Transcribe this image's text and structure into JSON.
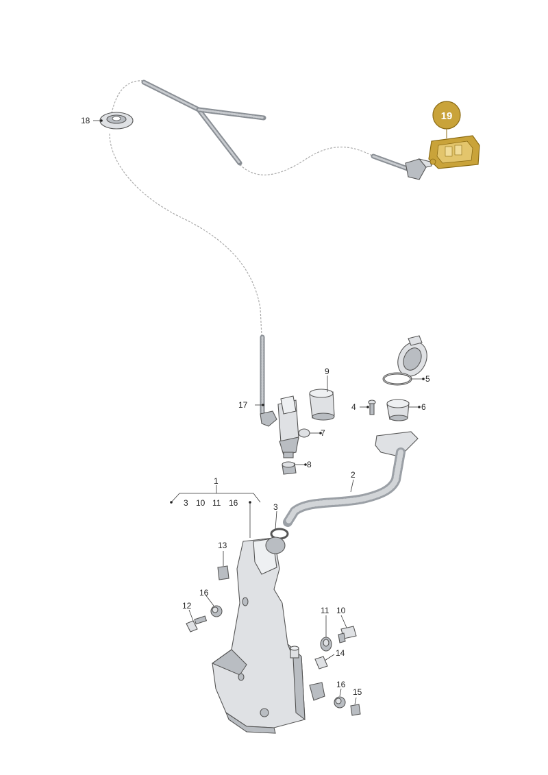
{
  "callouts": {
    "c1": "1",
    "c2": "2",
    "c3": "3",
    "c4": "4",
    "c5": "5",
    "c6": "6",
    "c7": "7",
    "c8": "8",
    "c9": "9",
    "c11a": "11",
    "c10a": "10",
    "c12": "12",
    "c13": "13",
    "c14": "14",
    "c15": "15",
    "c16a": "16",
    "c16b": "16",
    "c17": "17",
    "c18": "18",
    "c19": "19"
  },
  "group1": {
    "items": [
      "3",
      "10",
      "11",
      "16"
    ]
  },
  "colors": {
    "highlight": "#c9a33a",
    "highlight_dark": "#8a6a12"
  },
  "highlighted_part": "19"
}
